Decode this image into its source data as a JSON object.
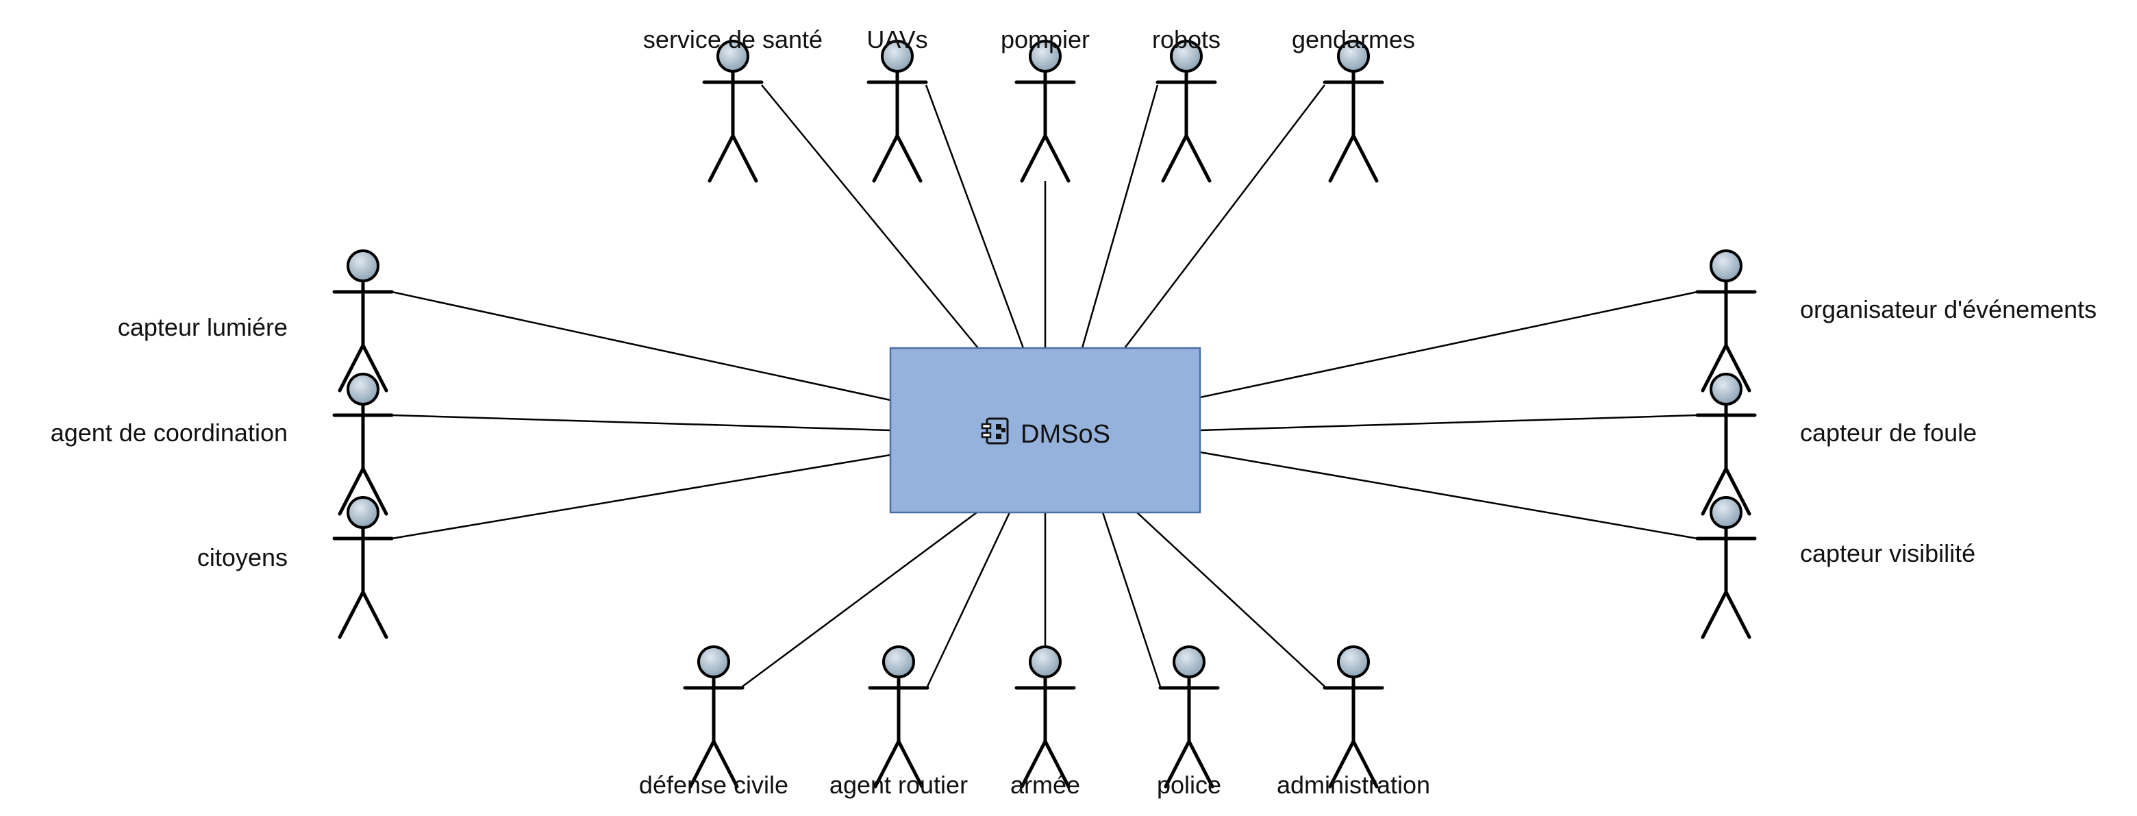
{
  "diagram": {
    "system": {
      "label": "DMSoS",
      "icon": "component-icon",
      "fill_color": "#95b2dc",
      "border_color": "#4a6fa8"
    },
    "actor_style": {
      "head_color": "#a9bccb",
      "line_color": "#000000"
    },
    "actors": {
      "top": [
        "service de santé",
        "UAVs",
        "pompier",
        "robots",
        "gendarmes"
      ],
      "left": [
        "capteur lumiére",
        "agent de coordination",
        "citoyens"
      ],
      "right": [
        "organisateur d'événements",
        "capteur de foule",
        "capteur visibilité"
      ],
      "bottom": [
        "défense civile",
        "agent routier",
        "armée",
        "police",
        "administration"
      ]
    }
  }
}
